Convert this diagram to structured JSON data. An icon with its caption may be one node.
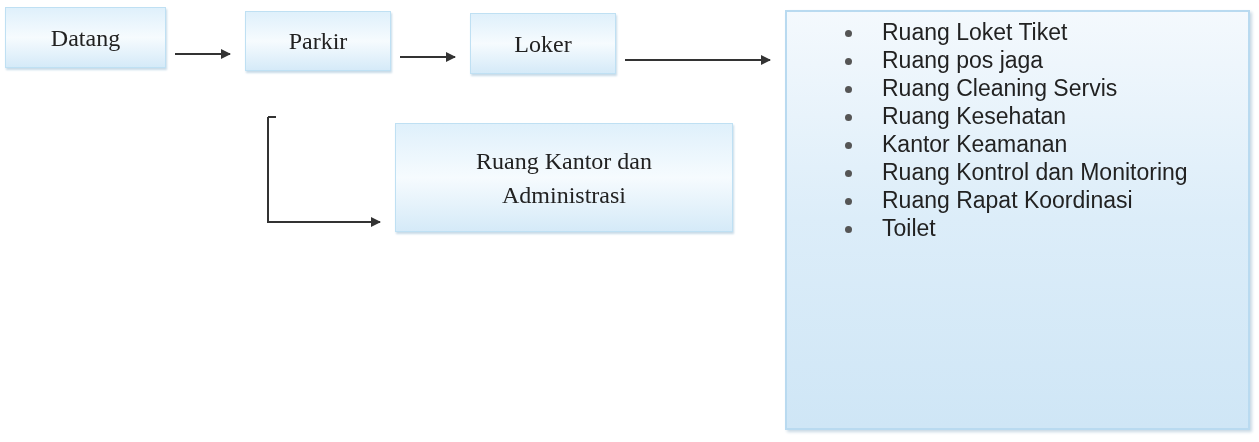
{
  "diagram": {
    "nodes": [
      {
        "text": [
          "Datang"
        ]
      },
      {
        "text": [
          "Parkir"
        ]
      },
      {
        "text": [
          "Loker"
        ]
      },
      {
        "text": [
          "Ruang Kantor dan Administrasi"
        ]
      },
      {
        "text": [
          "Ruang Loket Tiket",
          "Ruang pos jaga",
          "Ruang Cleaning Servis",
          "Ruang Kesehatan",
          "Kantor Keamanan",
          "Ruang Kontrol dan Monitoring",
          "Ruang Rapat Koordinasi",
          "Toilet"
        ]
      }
    ],
    "edges": [
      {
        "from": 0,
        "to": 1,
        "arrow": "to"
      },
      {
        "from": 1,
        "to": 2,
        "arrow": "to"
      },
      {
        "from": 2,
        "to": 4,
        "arrow": "to"
      },
      {
        "from": null,
        "to": 3,
        "arrow": "to"
      }
    ]
  }
}
